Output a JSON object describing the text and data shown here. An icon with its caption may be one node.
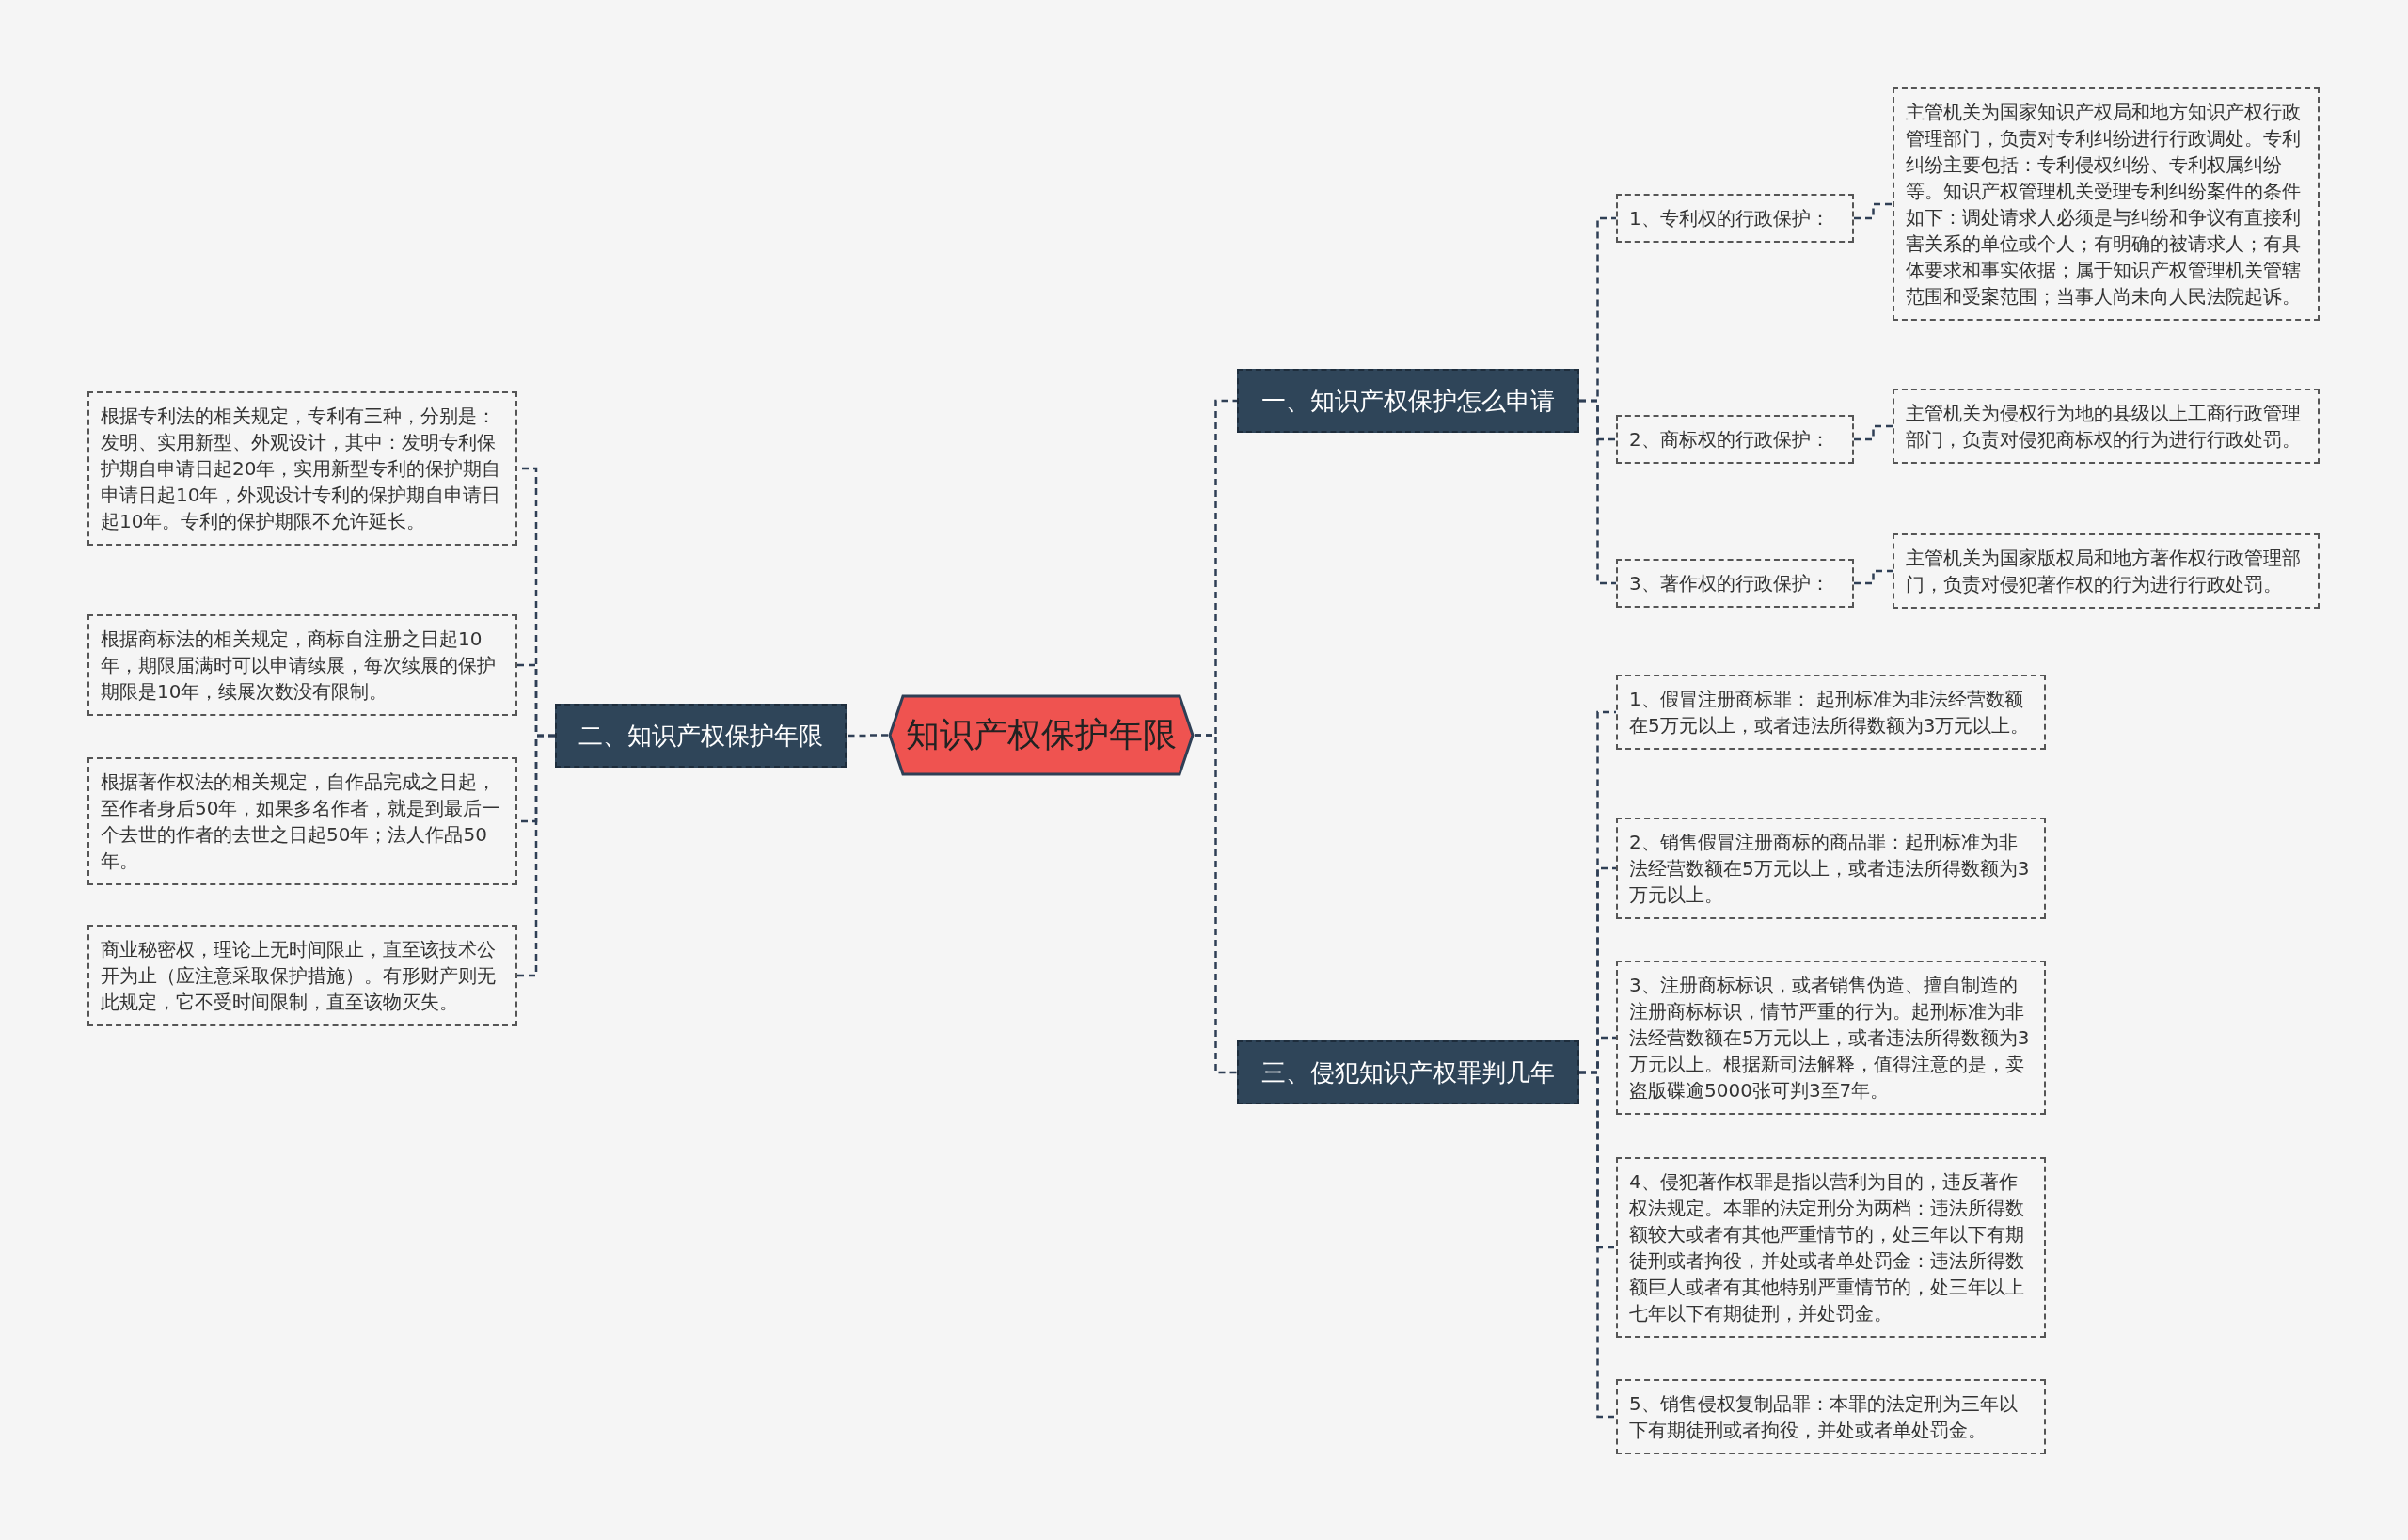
{
  "diagram": {
    "nodes": [
      {
        "text": [
          "知识产权保护年限"
        ]
      },
      {
        "text": [
          "一、知识产权保护怎么申请"
        ]
      },
      {
        "text": [
          "1、专利权的行政保护："
        ]
      },
      {
        "text": [
          "主管机关为国家知识产权局和地方知识产权行政管理部门，负责对专利纠纷进行行政调处。专利纠纷主要包括：专利侵权纠纷、专利权属纠纷等。知识产权管理机关受理专利纠纷案件的条件如下：调处请求人必须是与纠纷和争议有直接利害关系的单位或个人；有明确的被请求人；有具体要求和事实依据；属于知识产权管理机关管辖范围和受案范围；当事人尚未向人民法院起诉。"
        ]
      },
      {
        "text": [
          "2、商标权的行政保护："
        ]
      },
      {
        "text": [
          "主管机关为侵权行为地的县级以上工商行政管理部门，负责对侵犯商标权的行为进行行政处罚。"
        ]
      },
      {
        "text": [
          "3、著作权的行政保护："
        ]
      },
      {
        "text": [
          "主管机关为国家版权局和地方著作权行政管理部门，负责对侵犯著作权的行为进行行政处罚。"
        ]
      },
      {
        "text": [
          "二、知识产权保护年限"
        ]
      },
      {
        "text": [
          "根据专利法的相关规定，专利有三种，分别是：发明、实用新型、外观设计，其中：发明专利保护期自申请日起20年，实用新型专利的保护期自申请日起10年，外观设计专利的保护期自申请日起10年。专利的保护期限不允许延长。"
        ]
      },
      {
        "text": [
          "根据商标法的相关规定，商标自注册之日起10年，期限届满时可以申请续展，每次续展的保护期限是10年，续展次数没有限制。"
        ]
      },
      {
        "text": [
          "根据著作权法的相关规定，自作品完成之日起，至作者身后50年，如果多名作者，就是到最后一个去世的作者的去世之日起50年；法人作品50年。"
        ]
      },
      {
        "text": [
          "商业秘密权，理论上无时间限止，直至该技术公开为止（应注意采取保护措施）。有形财产则无此规定，它不受时间限制，直至该物灭失。"
        ]
      },
      {
        "text": [
          "三、侵犯知识产权罪判几年"
        ]
      },
      {
        "text": [
          "1、假冒注册商标罪： 起刑标准为非法经营数额在5万元以上，或者违法所得数额为3万元以上。"
        ]
      },
      {
        "text": [
          "2、销售假冒注册商标的商品罪：起刑标准为非法经营数额在5万元以上，或者违法所得数额为3万元以上。"
        ]
      },
      {
        "text": [
          "3、注册商标标识，或者销售伪造、擅自制造的注册商标标识，情节严重的行为。起刑标准为非法经营数额在5万元以上，或者违法所得数额为3万元以上。根据新司法解释，值得注意的是，卖盗版碟逾5000张可判3至7年。"
        ]
      },
      {
        "text": [
          "4、侵犯著作权罪是指以营利为目的，违反著作权法规定。本罪的法定刑分为两档：违法所得数额较大或者有其他严重情节的，处三年以下有期徒刑或者拘役，并处或者单处罚金：违法所得数额巨人或者有其他特别严重情节的，处三年以上七年以下有期徒刑，并处罚金。"
        ]
      },
      {
        "text": [
          "5、销售侵权复制品罪：本罪的法定刑为三年以下有期徒刑或者拘役，并处或者单处罚金。"
        ]
      }
    ],
    "edges": [
      {
        "from": 0,
        "to": 1,
        "arrow": "none"
      },
      {
        "from": 1,
        "to": 2,
        "arrow": "none"
      },
      {
        "from": 2,
        "to": 3,
        "arrow": "none"
      },
      {
        "from": 1,
        "to": 4,
        "arrow": "none"
      },
      {
        "from": 4,
        "to": 5,
        "arrow": "none"
      },
      {
        "from": 1,
        "to": 6,
        "arrow": "none"
      },
      {
        "from": 6,
        "to": 7,
        "arrow": "none"
      },
      {
        "from": 0,
        "to": 8,
        "arrow": "none"
      },
      {
        "from": 8,
        "to": 9,
        "arrow": "none"
      },
      {
        "from": 8,
        "to": 10,
        "arrow": "none"
      },
      {
        "from": 8,
        "to": 11,
        "arrow": "none"
      },
      {
        "from": 8,
        "to": 12,
        "arrow": "none"
      },
      {
        "from": 0,
        "to": 13,
        "arrow": "none"
      },
      {
        "from": 13,
        "to": 14,
        "arrow": "none"
      },
      {
        "from": 13,
        "to": 15,
        "arrow": "none"
      },
      {
        "from": 13,
        "to": 16,
        "arrow": "none"
      },
      {
        "from": 13,
        "to": 17,
        "arrow": "none"
      },
      {
        "from": 13,
        "to": 18,
        "arrow": "none"
      }
    ]
  }
}
